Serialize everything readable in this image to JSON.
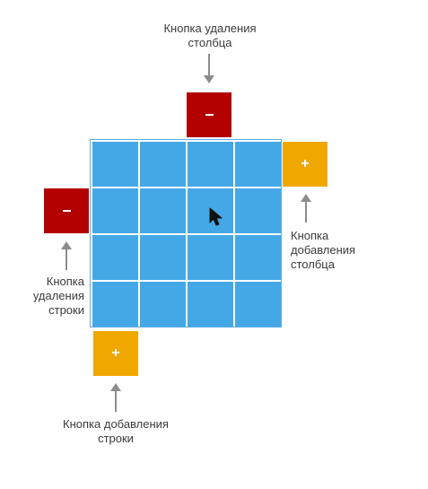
{
  "labels": {
    "remove_column": "Кнопка удаления\nстолбца",
    "add_column": "Кнопка\nдобавления\nстолбца",
    "remove_row": "Кнопка\nудаления\nстроки",
    "add_row": "Кнопка добавления\nстроки"
  },
  "buttons": {
    "remove_symbol": "–",
    "add_symbol": "+"
  },
  "grid": {
    "rows": 4,
    "columns": 4
  },
  "colors": {
    "cell": "#45a8e6",
    "remove_button": "#b30000",
    "add_button": "#f0a800",
    "arrow": "#8c8c8c"
  }
}
